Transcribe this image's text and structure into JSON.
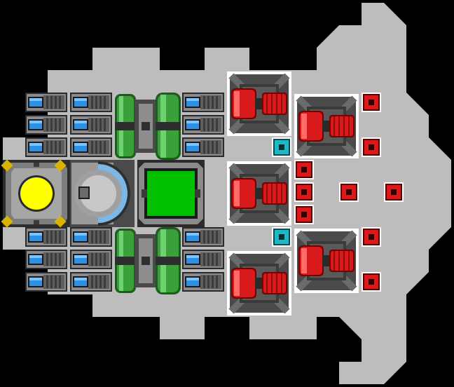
{
  "palette": {
    "background": "#000000",
    "hull": "#bdbdbd",
    "block_dark": "#3f3f3f",
    "block_mid": "#7a7a7a",
    "block_light": "#a8a8a8",
    "light_blue": "#2f8fe0",
    "pipe_green": "#3aa13a",
    "reactor_yellow": "#ffff00",
    "reactor_gold": "#d8b400",
    "turret_red": "#d91a1a",
    "screen_green": "#00c000",
    "cyan_node": "#1fb8c8",
    "shield_blue": "#7bb8e8"
  },
  "ship": {
    "modules": [
      {
        "kind": "reactor",
        "name": "reactor-core"
      },
      {
        "kind": "cockpit",
        "name": "cockpit-dome"
      },
      {
        "kind": "computer",
        "name": "computer-screen"
      },
      {
        "kind": "battery-rack",
        "name": "battery-rack-top"
      },
      {
        "kind": "battery-rack",
        "name": "battery-rack-bottom"
      },
      {
        "kind": "fuel-tank",
        "name": "fuel-tank-top"
      },
      {
        "kind": "fuel-tank",
        "name": "fuel-tank-bottom"
      },
      {
        "kind": "laser-turret",
        "name": "laser-turret"
      },
      {
        "kind": "ammo-node",
        "name": "ammo-node"
      },
      {
        "kind": "power-node",
        "name": "power-node"
      }
    ]
  }
}
